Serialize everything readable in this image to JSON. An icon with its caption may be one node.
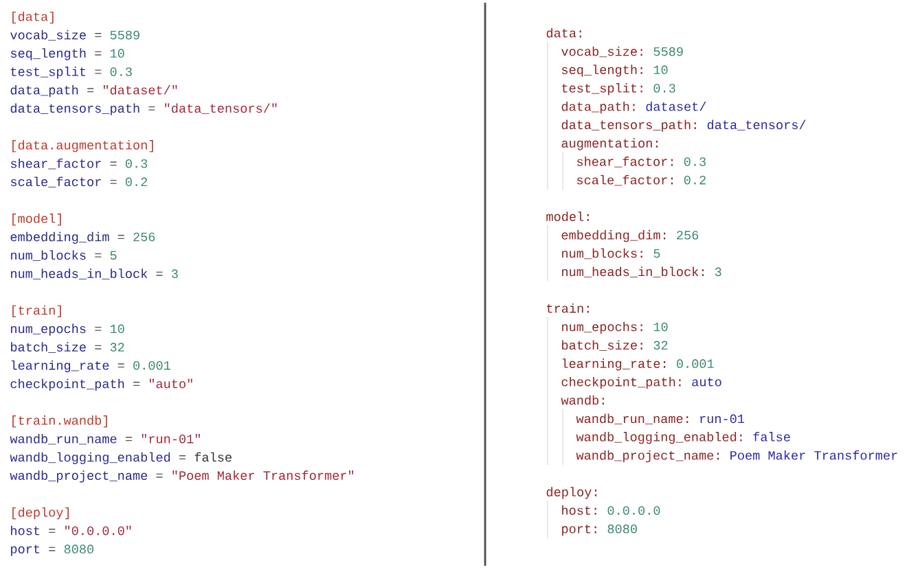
{
  "diagram": {
    "labels": [
      "[data]",
      "vocab_size",
      "=",
      "5589",
      "seq_length",
      "=",
      "10",
      "test_split",
      "=",
      "0.3",
      "data_path",
      "=",
      "\"dataset/\"",
      "data_tensors_path",
      "=",
      "\"data_tensors/\"",
      "[data.augmentation]",
      "shear_factor",
      "=",
      "0.3",
      "scale_factor",
      "=",
      "0.2",
      "[model]",
      "embedding_dim",
      "=",
      "256",
      "num_blocks",
      "=",
      "5",
      "num_heads_in_block",
      "=",
      "3",
      "[train]",
      "num_epochs",
      "=",
      "10",
      "batch_size",
      "=",
      "32",
      "learning_rate",
      "=",
      "0.001",
      "checkpoint_path",
      "=",
      "\"auto\"",
      "[train.wandb]",
      "wandb_run_name",
      "=",
      "\"run-01\"",
      "wandb_logging_enabled",
      "=",
      "false",
      "wandb_project_name",
      "=",
      "\"Poem Maker Transformer\"",
      "[deploy]",
      "host",
      "=",
      "\"0.0.0.0\"",
      "port",
      "=",
      "8080",
      "data:",
      "vocab_size:",
      "5589",
      "seq_length:",
      "10",
      "test_split:",
      "0.3",
      "data_path:",
      "dataset/",
      "data_tensors_path:",
      "data_tensors/",
      "augmentation:",
      "shear_factor:",
      "0.3",
      "scale_factor:",
      "0.2",
      "model:",
      "embedding_dim:",
      "256",
      "num_blocks:",
      "5",
      "num_heads_in_block:",
      "3",
      "train:",
      "num_epochs:",
      "10",
      "batch_size:",
      "32",
      "learning_rate:",
      "0.001",
      "checkpoint_path:",
      "auto",
      "wandb:",
      "wandb_run_name:",
      "run-01",
      "wandb_logging_enabled:",
      "false",
      "wandb_project_name:",
      "Poem Maker Transformer",
      "deploy:",
      "host:",
      "0.0.0.0",
      "port:",
      "8080"
    ]
  }
}
